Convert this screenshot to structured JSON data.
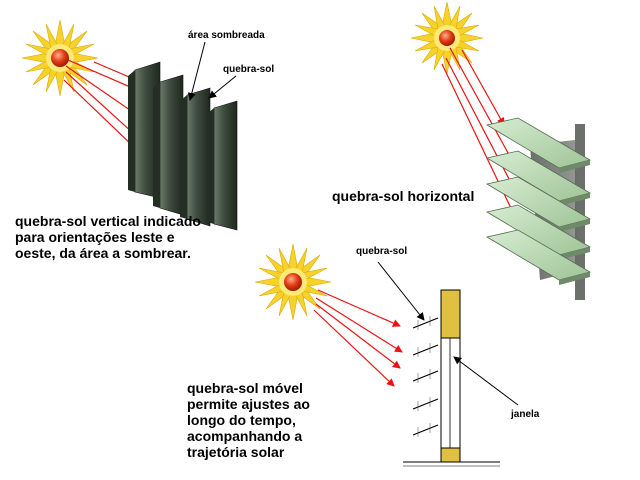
{
  "labels": {
    "shaded_area": "área sombreada",
    "sunshade_top": "quebra-sol",
    "vertical_desc": "quebra-sol vertical indicado para orientações leste e oeste, da área a sombrear.",
    "horizontal": "quebra-sol horizontal",
    "sunshade_bottom": "quebra-sol",
    "movable_desc": "quebra-sol móvel permite ajustes ao longo do tempo, acompanhando a trajetória solar",
    "window": "janela"
  },
  "colors": {
    "sun_ray": "#ee1111",
    "sun_core": "#e23a16",
    "sun_petal": "#f7d22a",
    "vertical_fin": "#3c4a3c",
    "horizontal_slat": "#b9d8b3",
    "window_frame": "#e0c040",
    "text": "#000000"
  }
}
